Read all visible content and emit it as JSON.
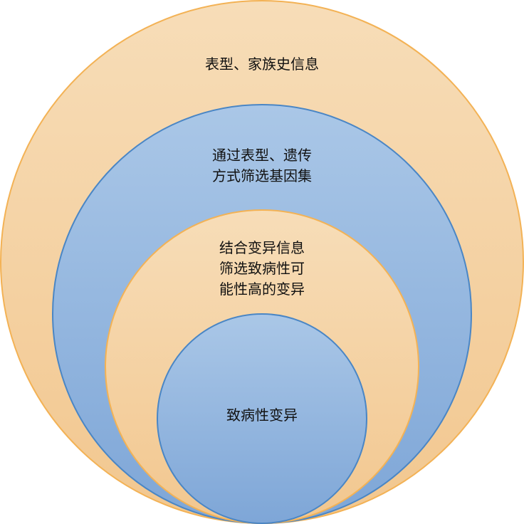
{
  "colors": {
    "orange_fill_top": "#f7ddb8",
    "orange_fill_bottom": "#f2c78f",
    "orange_stroke": "#f3b255",
    "blue_fill_top": "#aac7e7",
    "blue_fill_bottom": "#7ea6d7",
    "blue_stroke": "#4a86c5"
  },
  "layers": [
    {
      "label": "表型、家族史信息"
    },
    {
      "label": "通过表型、遗传\n方式筛选基因集"
    },
    {
      "label": "结合变异信息\n筛选致病性可\n能性高的变异"
    },
    {
      "label": "致病性变异"
    }
  ]
}
